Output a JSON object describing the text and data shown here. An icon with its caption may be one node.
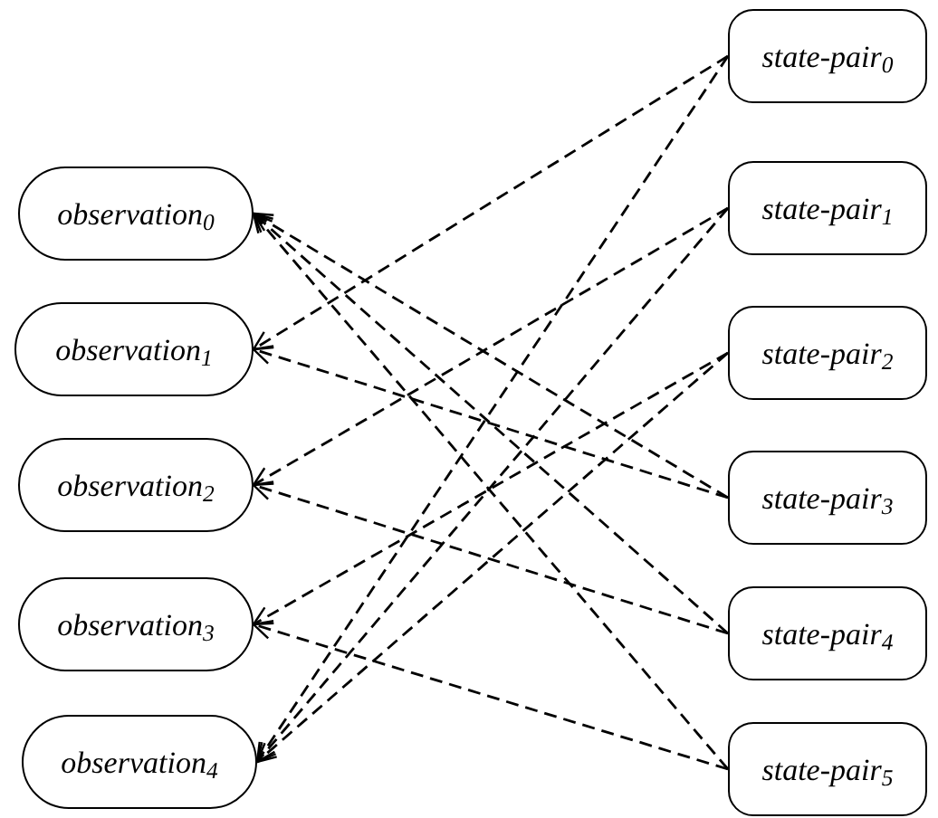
{
  "diagram": {
    "nodes": [
      {
        "text": [
          "observation$_{0}$"
        ]
      },
      {
        "text": [
          "observation$_{1}$"
        ]
      },
      {
        "text": [
          "observation$_{2}$"
        ]
      },
      {
        "text": [
          "observation$_{3}$"
        ]
      },
      {
        "text": [
          "observation$_{4}$"
        ]
      },
      {
        "text": [
          "state-pair$_{0}$"
        ]
      },
      {
        "text": [
          "state-pair$_{1}$"
        ]
      },
      {
        "text": [
          "state-pair$_{2}$"
        ]
      },
      {
        "text": [
          "state-pair$_{3}$"
        ]
      },
      {
        "text": [
          "state-pair$_{4}$"
        ]
      },
      {
        "text": [
          "state-pair$_{5}$"
        ]
      }
    ],
    "edges": [
      {
        "from": 5,
        "to": 1,
        "arrow": "to",
        "style": "dashed"
      },
      {
        "from": 5,
        "to": 4,
        "arrow": "to",
        "style": "dashed"
      },
      {
        "from": 6,
        "to": 2,
        "arrow": "to",
        "style": "dashed"
      },
      {
        "from": 6,
        "to": 4,
        "arrow": "to",
        "style": "dashed"
      },
      {
        "from": 7,
        "to": 3,
        "arrow": "to",
        "style": "dashed"
      },
      {
        "from": 7,
        "to": 4,
        "arrow": "to",
        "style": "dashed"
      },
      {
        "from": 8,
        "to": 0,
        "arrow": "to",
        "style": "dashed"
      },
      {
        "from": 8,
        "to": 1,
        "arrow": "to",
        "style": "dashed"
      },
      {
        "from": 9,
        "to": 0,
        "arrow": "to",
        "style": "dashed"
      },
      {
        "from": 9,
        "to": 2,
        "arrow": "to",
        "style": "dashed"
      },
      {
        "from": 10,
        "to": 0,
        "arrow": "to",
        "style": "dashed"
      },
      {
        "from": 10,
        "to": 3,
        "arrow": "to",
        "style": "dashed"
      }
    ]
  }
}
